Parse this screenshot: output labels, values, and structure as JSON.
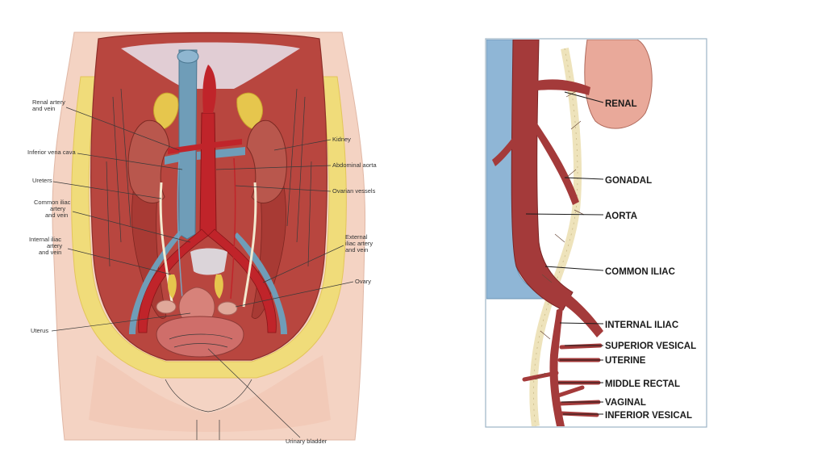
{
  "left_figure": {
    "labels": {
      "renal": [
        "Renal artery",
        "and vein"
      ],
      "ivc": [
        "Inferior vena cava"
      ],
      "ureters": [
        "Ureters"
      ],
      "common_iliac": [
        "Common iliac",
        "artery",
        "and vein"
      ],
      "internal_iliac": [
        "Internal iliac",
        "artery",
        "and vein"
      ],
      "uterus": [
        "Uterus"
      ],
      "kidney": [
        "Kidney"
      ],
      "abdominal_aorta": [
        "Abdominal aorta"
      ],
      "ovarian_vessels": [
        "Ovarian vessels"
      ],
      "external_iliac": [
        "External",
        "iliac artery",
        "and vein"
      ],
      "ovary": [
        "Ovary"
      ],
      "urinary_bladder": [
        "Urinary bladder"
      ]
    }
  },
  "right_figure": {
    "labels": {
      "renal": "RENAL",
      "gonadal": "GONADAL",
      "aorta": "AORTA",
      "common_iliac": "COMMON ILIAC",
      "internal_iliac": "INTERNAL ILIAC",
      "superior_vesical": "SUPERIOR VESICAL",
      "uterine": "UTERINE",
      "middle_rectal": "MIDDLE RECTAL",
      "vaginal": "VAGINAL",
      "inferior_vesical": "INFERIOR VESICAL"
    }
  },
  "colors": {
    "muscle": "#b8463f",
    "artery": "#c0242a",
    "vein": "#6f9db8",
    "fat": "#f0dc7a",
    "skin": "#f4d3c3",
    "kidney": "#b9574d",
    "right_vein": "#8fb6d6",
    "ureter": "#eee3bb"
  }
}
